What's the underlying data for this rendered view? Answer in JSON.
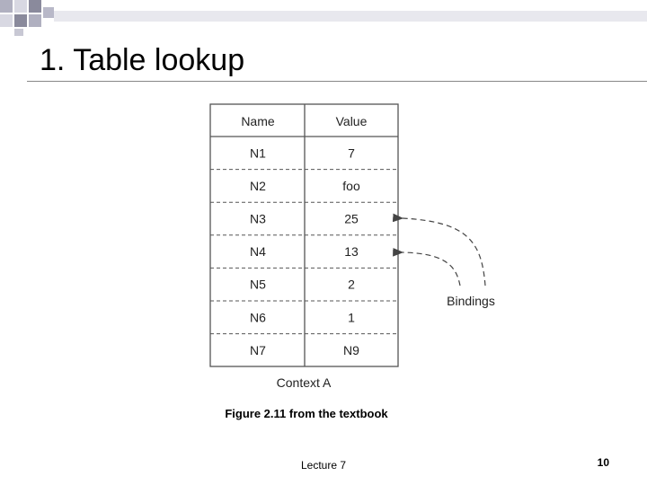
{
  "slide": {
    "title": "1. Table lookup",
    "caption": "Figure 2.11 from the textbook",
    "footer": "Lecture 7",
    "page_number": "10"
  },
  "figure": {
    "headers": [
      "Name",
      "Value"
    ],
    "rows": [
      {
        "name": "N1",
        "value": "7"
      },
      {
        "name": "N2",
        "value": "foo"
      },
      {
        "name": "N3",
        "value": "25"
      },
      {
        "name": "N4",
        "value": "13"
      },
      {
        "name": "N5",
        "value": "2"
      },
      {
        "name": "N6",
        "value": "1"
      },
      {
        "name": "N7",
        "value": "N9"
      }
    ],
    "context_label": "Context A",
    "bindings_label": "Bindings"
  },
  "colors": {
    "accent": "#8a8a9c",
    "accent_light": "#d6d6e0",
    "line": "#555555"
  }
}
